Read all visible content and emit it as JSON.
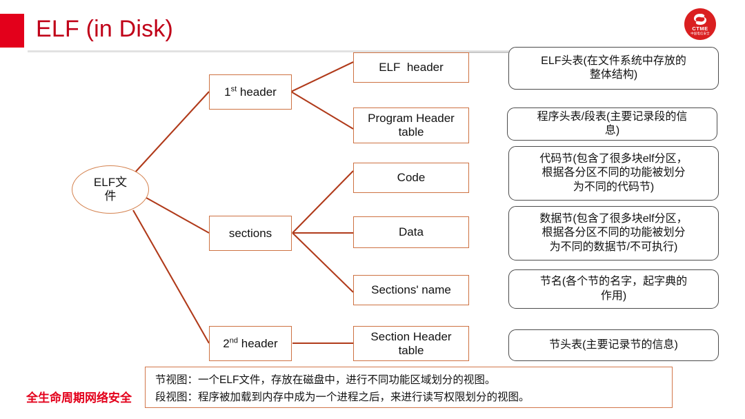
{
  "slide": {
    "title": "ELF (in Disk)",
    "accent_color": "#E3001B",
    "node_border_color": "#CD7141",
    "link_color": "#B03A1A",
    "callout_border_color": "#4A4A4A"
  },
  "logo": {
    "name": "ctme-logo",
    "text": "CTME",
    "subtext": "中国电信安全"
  },
  "diagram": {
    "root": {
      "label_line1": "ELF文",
      "label_line2": "件"
    },
    "branches": [
      {
        "label_prefix": "1",
        "label_sup": "st",
        "label_suffix": " header",
        "name": "first-header"
      },
      {
        "label": "sections",
        "name": "sections"
      },
      {
        "label_prefix": "2",
        "label_sup": "nd",
        "label_suffix": " header",
        "name": "second-header"
      }
    ],
    "leaves": [
      {
        "label": "ELF  header",
        "name": "elf-header"
      },
      {
        "label_line1": "Program Header",
        "label_line2": "table",
        "name": "program-header-table"
      },
      {
        "label": "Code",
        "name": "code"
      },
      {
        "label": "Data",
        "name": "data"
      },
      {
        "label": "Sections' name",
        "name": "sections-name"
      },
      {
        "label_line1": "Section Header",
        "label_line2": "table",
        "name": "section-header-table"
      }
    ],
    "callouts": [
      {
        "line1": "ELF头表(在文件系统中存放的",
        "line2": "整体结构)",
        "name": "elf-header-note"
      },
      {
        "line1": "程序头表/段表(主要记录段的信",
        "line2": "息)",
        "name": "program-header-note"
      },
      {
        "line1": "代码节(包含了很多块elf分区，",
        "line2": "根据各分区不同的功能被划分",
        "line3": "为不同的代码节)",
        "name": "code-note"
      },
      {
        "line1": "数据节(包含了很多块elf分区，",
        "line2": "根据各分区不同的功能被划分",
        "line3": "为不同的数据节/不可执行)",
        "name": "data-note"
      },
      {
        "line1": "节名(各个节的名字，起字典的",
        "line2": "作用)",
        "name": "sections-name-note"
      },
      {
        "line1": "节头表(主要记录节的信息)",
        "name": "section-header-note"
      }
    ]
  },
  "note_box": {
    "line1": "节视图：一个ELF文件，存放在磁盘中，进行不同功能区域划分的视图。",
    "line2": "段视图：程序被加载到内存中成为一个进程之后，来进行读写权限划分的视图。"
  },
  "footer": {
    "text": "全生命周期网络安全"
  }
}
